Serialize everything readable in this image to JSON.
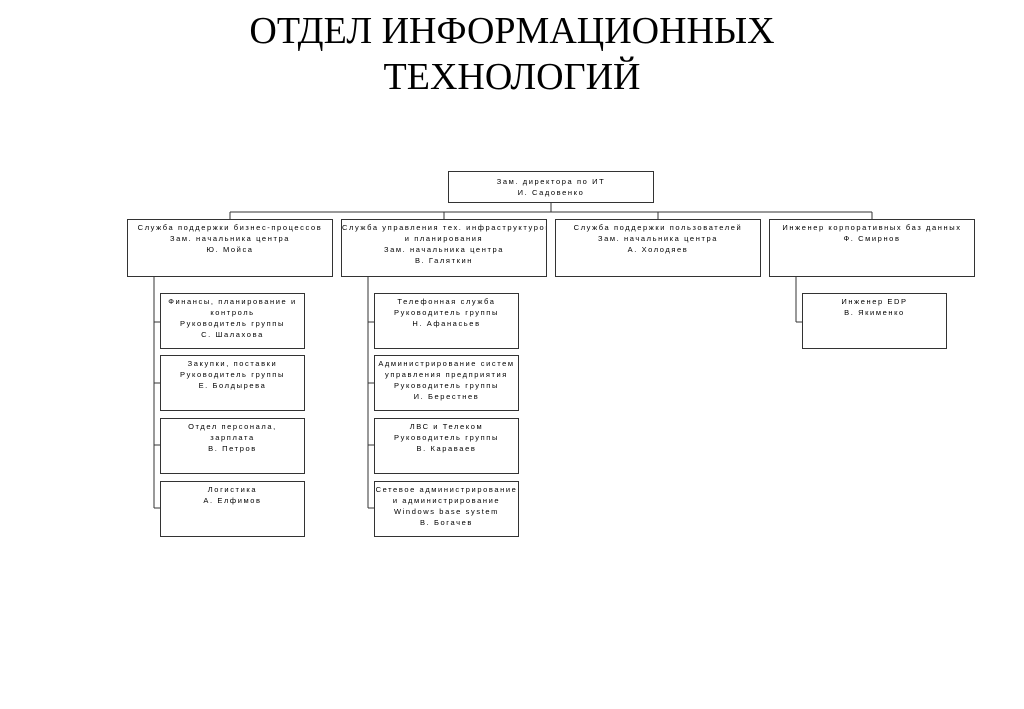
{
  "title": {
    "line1": "ОТДЕЛ ИНФОРМАЦИОННЫХ",
    "line2": "ТЕХНОЛОГИЙ"
  },
  "director": {
    "lines": [
      "Зам. директора по ИТ",
      "И. Садовенко"
    ]
  },
  "departments": [
    {
      "lines": [
        "Служба поддержки бизнес-процессов",
        "Зам. начальника центра",
        "Ю. Мойса"
      ],
      "children": [
        {
          "lines": [
            "Финансы, планирование и",
            "контроль",
            "Руководитель группы",
            "С. Шалахова"
          ]
        },
        {
          "lines": [
            "Закупки, поставки",
            "Руководитель группы",
            "Е. Болдырева"
          ]
        },
        {
          "lines": [
            "Отдел персонала,",
            "зарплата",
            "В. Петров"
          ]
        },
        {
          "lines": [
            "Логистика",
            "А. Елфимов"
          ]
        }
      ]
    },
    {
      "lines": [
        "Служба управления тех. инфраструктурой",
        "и планирования",
        "Зам. начальника центра",
        "В. Галяткин"
      ],
      "children": [
        {
          "lines": [
            "Телефонная служба",
            "Руководитель группы",
            "Н. Афанасьев"
          ]
        },
        {
          "lines": [
            "Администрирование систем",
            "управления предприятия",
            "Руководитель группы",
            "И. Берестнев"
          ]
        },
        {
          "lines": [
            "ЛВС и Телеком",
            "Руководитель группы",
            "В. Караваев"
          ]
        },
        {
          "lines": [
            "Сетевое администрирование",
            "и администрирование",
            "Windows base system",
            "В. Богачев"
          ]
        }
      ]
    },
    {
      "lines": [
        "Служба поддержки пользователей",
        "Зам. начальника центра",
        "А. Холодяев"
      ],
      "children": []
    },
    {
      "lines": [
        "Инженер корпоративных баз данных",
        "Ф. Смирнов"
      ],
      "children": [
        {
          "lines": [
            "Инженер EDP",
            "В. Якименко"
          ]
        }
      ]
    }
  ]
}
